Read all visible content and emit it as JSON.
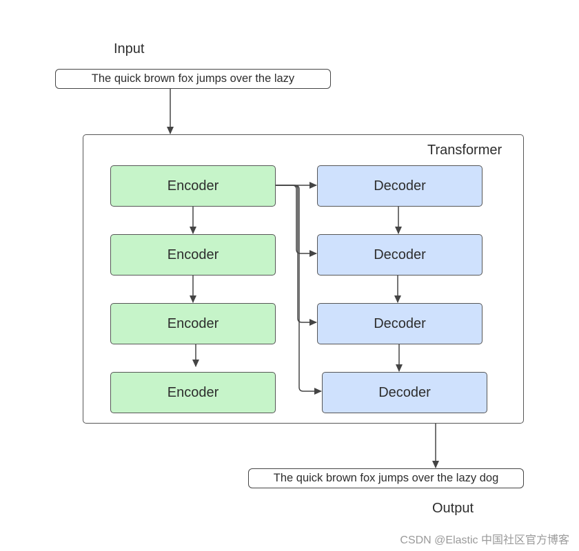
{
  "input": {
    "label": "Input",
    "text": "The quick brown fox jumps over the lazy"
  },
  "transformer": {
    "label": "Transformer",
    "encoders": [
      {
        "label": "Encoder"
      },
      {
        "label": "Encoder"
      },
      {
        "label": "Encoder"
      },
      {
        "label": "Encoder"
      }
    ],
    "decoders": [
      {
        "label": "Decoder"
      },
      {
        "label": "Decoder"
      },
      {
        "label": "Decoder"
      },
      {
        "label": "Decoder"
      }
    ]
  },
  "output": {
    "label": "Output",
    "text": "The quick brown fox jumps over the lazy dog"
  },
  "watermark": "CSDN @Elastic 中国社区官方博客",
  "colors": {
    "encoder_fill": "#c6f4c9",
    "decoder_fill": "#cfe1fd",
    "stroke": "#444444"
  }
}
